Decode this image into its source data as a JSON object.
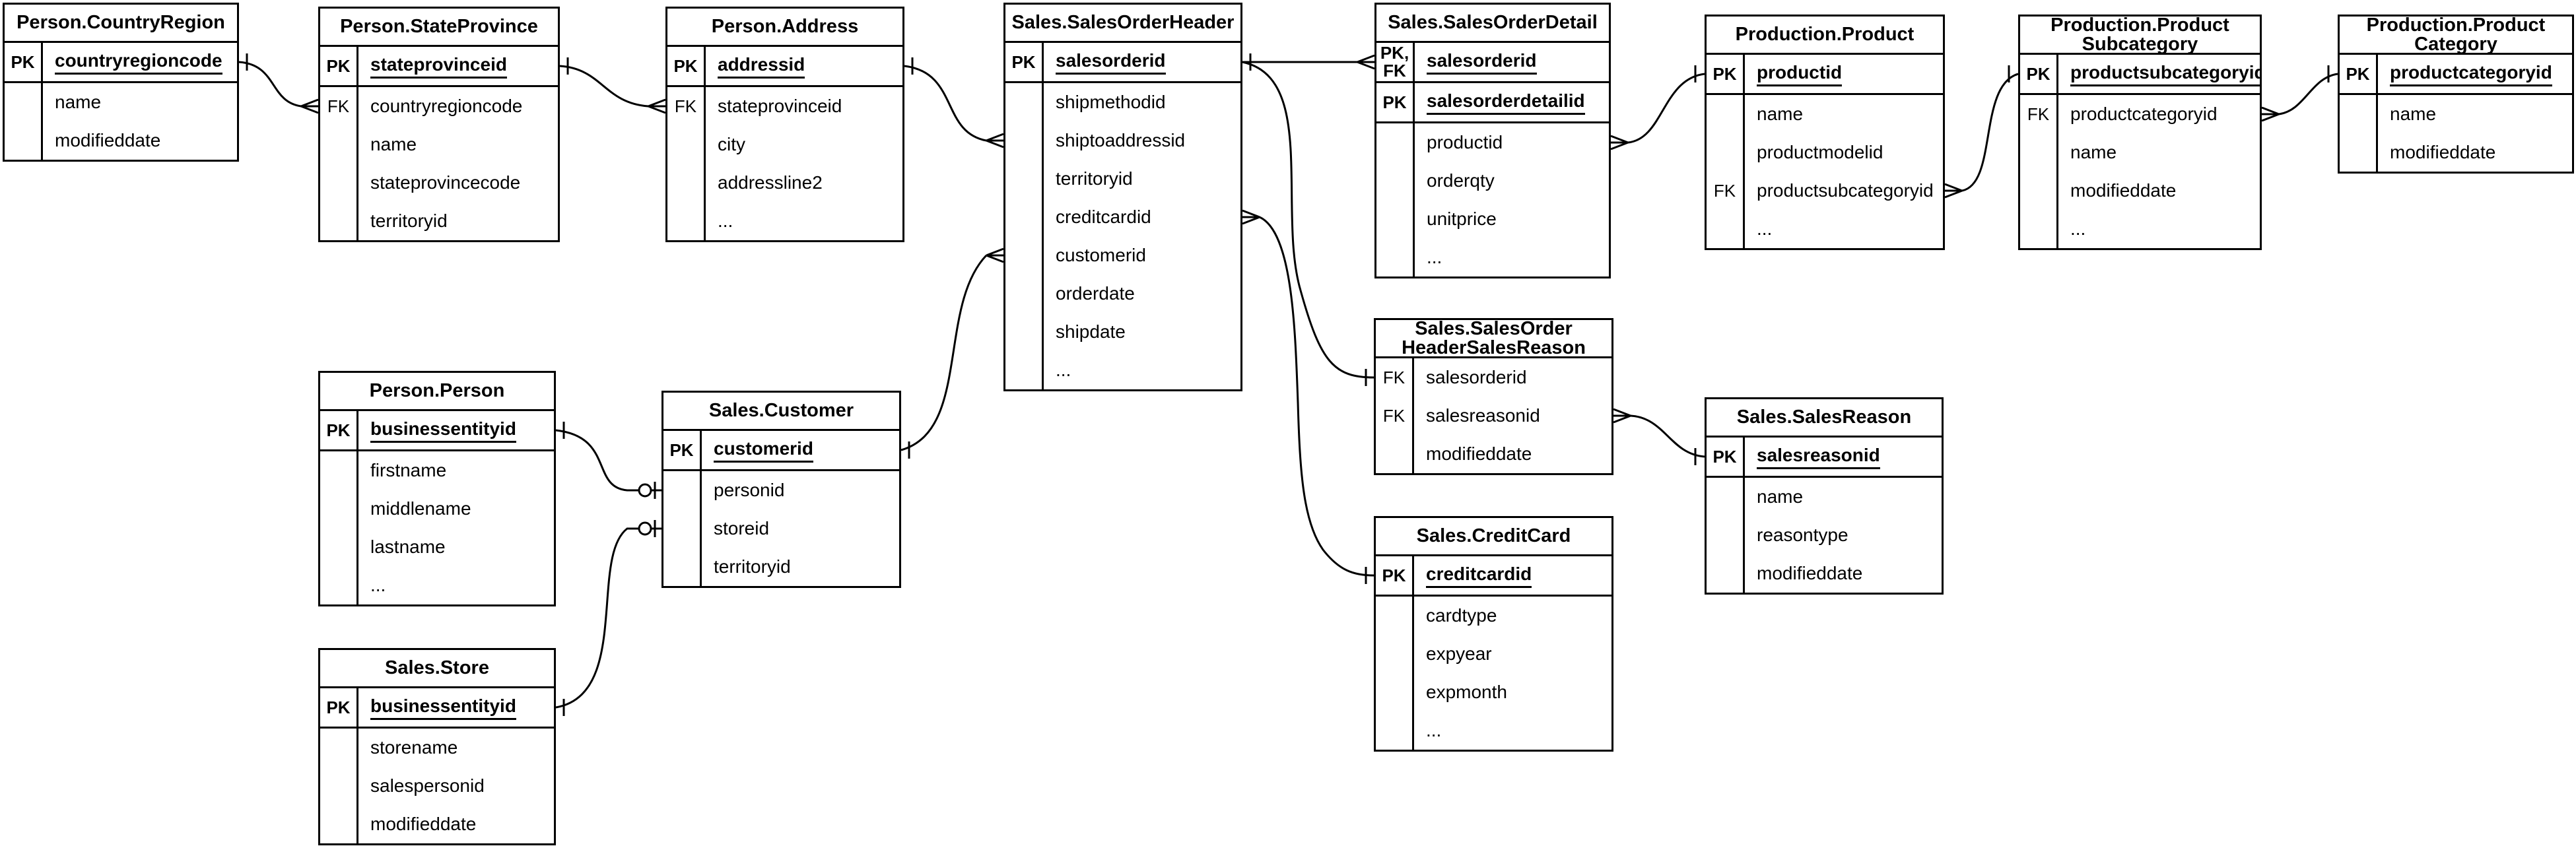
{
  "diagram": {
    "background_color": "#ffffff",
    "line_color": "#000000",
    "text_color": "#000000",
    "notation": "crow-foot",
    "entities": [
      {
        "id": "countryregion",
        "title_lines": [
          "Person.CountryRegion"
        ],
        "sections": [
          {
            "rows": [
              {
                "key": "PK",
                "key_bold": true,
                "field": "countryregioncode",
                "pk": true
              }
            ]
          },
          {
            "rows": [
              {
                "key": "",
                "field": "name"
              },
              {
                "key": "",
                "field": "modifieddate"
              }
            ]
          }
        ]
      },
      {
        "id": "stateprovince",
        "title_lines": [
          "Person.StateProvince"
        ],
        "sections": [
          {
            "rows": [
              {
                "key": "PK",
                "key_bold": true,
                "field": "stateprovinceid",
                "pk": true
              }
            ]
          },
          {
            "rows": [
              {
                "key": "FK",
                "field": "countryregioncode"
              },
              {
                "key": "",
                "field": "name"
              },
              {
                "key": "",
                "field": "stateprovincecode"
              },
              {
                "key": "",
                "field": "territoryid"
              }
            ]
          }
        ]
      },
      {
        "id": "address",
        "title_lines": [
          "Person.Address"
        ],
        "sections": [
          {
            "rows": [
              {
                "key": "PK",
                "key_bold": true,
                "field": "addressid",
                "pk": true
              }
            ]
          },
          {
            "rows": [
              {
                "key": "FK",
                "field": "stateprovinceid"
              },
              {
                "key": "",
                "field": "city"
              },
              {
                "key": "",
                "field": "addressline2"
              },
              {
                "key": "",
                "field": "..."
              }
            ]
          }
        ]
      },
      {
        "id": "salesorderheader",
        "title_lines": [
          "Sales.SalesOrderHeader"
        ],
        "sections": [
          {
            "rows": [
              {
                "key": "PK",
                "key_bold": true,
                "field": "salesorderid",
                "pk": true
              }
            ]
          },
          {
            "rows": [
              {
                "key": "",
                "field": "shipmethodid"
              },
              {
                "key": "",
                "field": "shiptoaddressid"
              },
              {
                "key": "",
                "field": "territoryid"
              },
              {
                "key": "",
                "field": "creditcardid"
              },
              {
                "key": "",
                "field": "customerid"
              },
              {
                "key": "",
                "field": "orderdate"
              },
              {
                "key": "",
                "field": "shipdate"
              },
              {
                "key": "",
                "field": "..."
              }
            ]
          }
        ]
      },
      {
        "id": "salesorderdetail",
        "title_lines": [
          "Sales.SalesOrderDetail"
        ],
        "sections": [
          {
            "rows": [
              {
                "key": "PK,\nFK",
                "key_bold": true,
                "field": "salesorderid",
                "pk": true
              }
            ]
          },
          {
            "rows": [
              {
                "key": "PK",
                "key_bold": true,
                "field": "salesorderdetailid",
                "pk": true
              }
            ]
          },
          {
            "rows": [
              {
                "key": "",
                "field": "productid"
              },
              {
                "key": "",
                "field": "orderqty"
              },
              {
                "key": "",
                "field": "unitprice"
              },
              {
                "key": "",
                "field": "..."
              }
            ]
          }
        ]
      },
      {
        "id": "product",
        "title_lines": [
          "Production.Product"
        ],
        "sections": [
          {
            "rows": [
              {
                "key": "PK",
                "key_bold": true,
                "field": "productid",
                "pk": true
              }
            ]
          },
          {
            "rows": [
              {
                "key": "",
                "field": "name"
              },
              {
                "key": "",
                "field": "productmodelid"
              },
              {
                "key": "FK",
                "field": "productsubcategoryid"
              },
              {
                "key": "",
                "field": "..."
              }
            ]
          }
        ]
      },
      {
        "id": "productsubcategory",
        "title_lines": [
          "Production.Product",
          "Subcategory"
        ],
        "sections": [
          {
            "rows": [
              {
                "key": "PK",
                "key_bold": true,
                "field": "productsubcategoryid",
                "pk": true
              }
            ]
          },
          {
            "rows": [
              {
                "key": "FK",
                "field": "productcategoryid"
              },
              {
                "key": "",
                "field": "name"
              },
              {
                "key": "",
                "field": "modifieddate"
              },
              {
                "key": "",
                "field": "..."
              }
            ]
          }
        ]
      },
      {
        "id": "productcategory",
        "title_lines": [
          "Production.Product",
          "Category"
        ],
        "sections": [
          {
            "rows": [
              {
                "key": "PK",
                "key_bold": true,
                "field": "productcategoryid",
                "pk": true
              }
            ]
          },
          {
            "rows": [
              {
                "key": "",
                "field": "name"
              },
              {
                "key": "",
                "field": "modifieddate"
              }
            ]
          }
        ]
      },
      {
        "id": "salesorderheadersalesreason",
        "title_lines": [
          "Sales.SalesOrder",
          "HeaderSalesReason"
        ],
        "sections": [
          {
            "rows": [
              {
                "key": "FK",
                "field": "salesorderid"
              },
              {
                "key": "FK",
                "field": "salesreasonid"
              },
              {
                "key": "",
                "field": "modifieddate"
              }
            ]
          }
        ]
      },
      {
        "id": "salesreason",
        "title_lines": [
          "Sales.SalesReason"
        ],
        "sections": [
          {
            "rows": [
              {
                "key": "PK",
                "key_bold": true,
                "field": "salesreasonid",
                "pk": true
              }
            ]
          },
          {
            "rows": [
              {
                "key": "",
                "field": "name"
              },
              {
                "key": "",
                "field": "reasontype"
              },
              {
                "key": "",
                "field": "modifieddate"
              }
            ]
          }
        ]
      },
      {
        "id": "creditcard",
        "title_lines": [
          "Sales.CreditCard"
        ],
        "sections": [
          {
            "rows": [
              {
                "key": "PK",
                "key_bold": true,
                "field": "creditcardid",
                "pk": true
              }
            ]
          },
          {
            "rows": [
              {
                "key": "",
                "field": "cardtype"
              },
              {
                "key": "",
                "field": "expyear"
              },
              {
                "key": "",
                "field": "expmonth"
              },
              {
                "key": "",
                "field": "..."
              }
            ]
          }
        ]
      },
      {
        "id": "person",
        "title_lines": [
          "Person.Person"
        ],
        "sections": [
          {
            "rows": [
              {
                "key": "PK",
                "key_bold": true,
                "field": "businessentityid",
                "pk": true
              }
            ]
          },
          {
            "rows": [
              {
                "key": "",
                "field": "firstname"
              },
              {
                "key": "",
                "field": "middlename"
              },
              {
                "key": "",
                "field": "lastname"
              },
              {
                "key": "",
                "field": "..."
              }
            ]
          }
        ]
      },
      {
        "id": "customer",
        "title_lines": [
          "Sales.Customer"
        ],
        "sections": [
          {
            "rows": [
              {
                "key": "PK",
                "key_bold": true,
                "field": "customerid",
                "pk": true
              }
            ]
          },
          {
            "rows": [
              {
                "key": "",
                "field": "personid"
              },
              {
                "key": "",
                "field": "storeid"
              },
              {
                "key": "",
                "field": "territoryid"
              }
            ]
          }
        ]
      },
      {
        "id": "store",
        "title_lines": [
          "Sales.Store"
        ],
        "sections": [
          {
            "rows": [
              {
                "key": "PK",
                "key_bold": true,
                "field": "businessentityid",
                "pk": true
              }
            ]
          },
          {
            "rows": [
              {
                "key": "",
                "field": "storename"
              },
              {
                "key": "",
                "field": "salespersonid"
              },
              {
                "key": "",
                "field": "modifieddate"
              }
            ]
          }
        ]
      }
    ],
    "connectors": [
      {
        "id": "cr-sp",
        "from": "Person.CountryRegion.countryregioncode",
        "to": "Person.StateProvince.countryregioncode",
        "from_end": "one",
        "to_end": "many"
      },
      {
        "id": "sp-addr",
        "from": "Person.StateProvince.stateprovinceid",
        "to": "Person.Address.stateprovinceid",
        "from_end": "one",
        "to_end": "many"
      },
      {
        "id": "addr-soh",
        "from": "Person.Address.addressid",
        "to": "Sales.SalesOrderHeader.shiptoaddressid",
        "from_end": "one",
        "to_end": "many"
      },
      {
        "id": "cust-soh",
        "from": "Sales.Customer.customerid",
        "to": "Sales.SalesOrderHeader.customerid",
        "from_end": "one",
        "to_end": "many"
      },
      {
        "id": "soh-sod",
        "from": "Sales.SalesOrderHeader.salesorderid",
        "to": "Sales.SalesOrderDetail.salesorderid",
        "from_end": "one",
        "to_end": "many"
      },
      {
        "id": "soh-hsr",
        "from": "Sales.SalesOrderHeader.salesorderid",
        "to": "Sales.SalesOrderHeaderSalesReason.salesorderid",
        "from_end": "one",
        "to_end": "one"
      },
      {
        "id": "cc-soh",
        "from": "Sales.CreditCard.creditcardid",
        "to": "Sales.SalesOrderHeader.creditcardid",
        "from_end": "one",
        "to_end": "many"
      },
      {
        "id": "prod-sod",
        "from": "Production.Product.productid",
        "to": "Sales.SalesOrderDetail.productid",
        "from_end": "one",
        "to_end": "many"
      },
      {
        "id": "subcat-prod",
        "from": "Production.ProductSubcategory.productsubcategoryid",
        "to": "Production.Product.productsubcategoryid",
        "from_end": "one",
        "to_end": "many"
      },
      {
        "id": "cat-subcat",
        "from": "Production.ProductCategory.productcategoryid",
        "to": "Production.ProductSubcategory.productcategoryid",
        "from_end": "one",
        "to_end": "many"
      },
      {
        "id": "sr-hsr",
        "from": "Sales.SalesReason.salesreasonid",
        "to": "Sales.SalesOrderHeaderSalesReason.salesreasonid",
        "from_end": "one",
        "to_end": "many"
      },
      {
        "id": "person-cust",
        "from": "Person.Person.businessentityid",
        "to": "Sales.Customer.personid",
        "from_end": "one",
        "to_end": "zero-or-one"
      },
      {
        "id": "store-cust",
        "from": "Sales.Store.businessentityid",
        "to": "Sales.Customer.storeid",
        "from_end": "one",
        "to_end": "zero-or-one"
      }
    ]
  }
}
